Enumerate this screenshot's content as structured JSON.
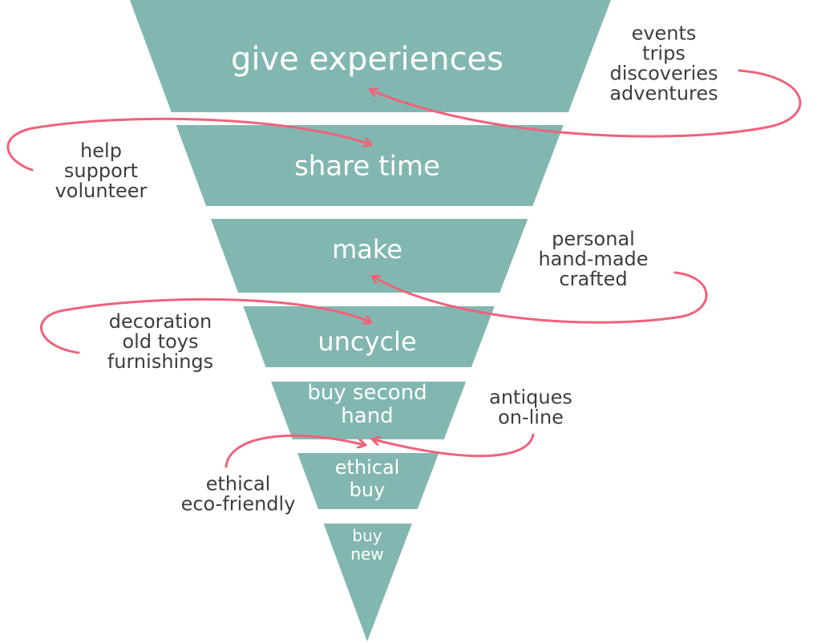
{
  "colors": {
    "tier_fill": "#82b7b1",
    "arrow": "#f0627a",
    "note_text": "#3d3d3d",
    "tier_text": "#ffffff"
  },
  "tiers": [
    {
      "label_lines": [
        "give experiences"
      ]
    },
    {
      "label_lines": [
        "share time"
      ]
    },
    {
      "label_lines": [
        "make"
      ]
    },
    {
      "label_lines": [
        "uncycle"
      ]
    },
    {
      "label_lines": [
        "buy second",
        "hand"
      ]
    },
    {
      "label_lines": [
        "ethical",
        "buy"
      ]
    },
    {
      "label_lines": [
        "buy",
        "new"
      ]
    }
  ],
  "notes": [
    {
      "lines": [
        "events",
        "trips",
        "discoveries",
        "adventures"
      ]
    },
    {
      "lines": [
        "help",
        "support",
        "volunteer"
      ]
    },
    {
      "lines": [
        "personal",
        "hand-made",
        "crafted"
      ]
    },
    {
      "lines": [
        "decoration",
        "old toys",
        "furnishings"
      ]
    },
    {
      "lines": [
        "antiques",
        "on-line"
      ]
    },
    {
      "lines": [
        "ethical",
        "eco-friendly"
      ]
    }
  ]
}
